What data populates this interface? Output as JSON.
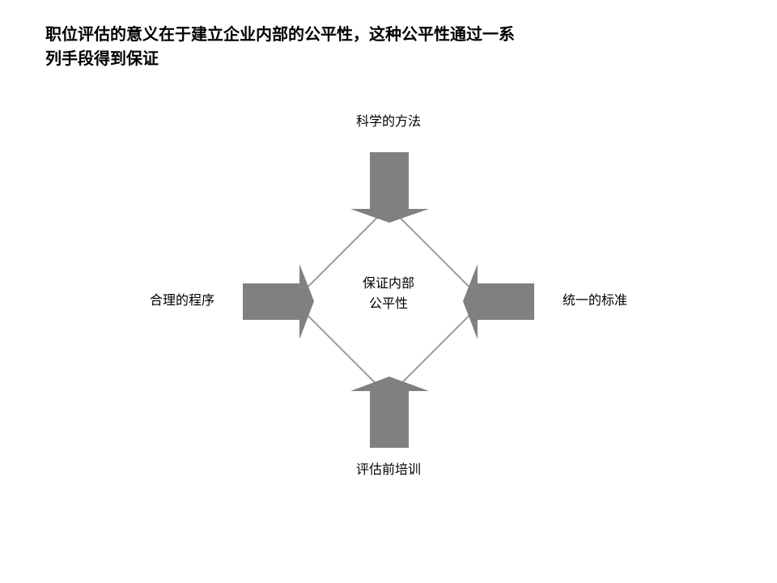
{
  "slide": {
    "title": "职位评估的意义在于建立企业内部的公平性，这种公平性通过一系\n列手段得到保证"
  },
  "diagram": {
    "type": "converging-arrows",
    "center": {
      "line1": "保证内部",
      "line2": "公平性"
    },
    "nodes": [
      {
        "id": "top",
        "label": "科学的方法",
        "arrow_direction": "down"
      },
      {
        "id": "left",
        "label": "合理的程序",
        "arrow_direction": "right"
      },
      {
        "id": "right",
        "label": "统一的标准",
        "arrow_direction": "left"
      },
      {
        "id": "bottom",
        "label": "评估前培训",
        "arrow_direction": "up"
      }
    ],
    "colors": {
      "arrow_fill": "#808080",
      "diamond_stroke": "#999999",
      "background": "#ffffff",
      "text": "#000000"
    }
  }
}
